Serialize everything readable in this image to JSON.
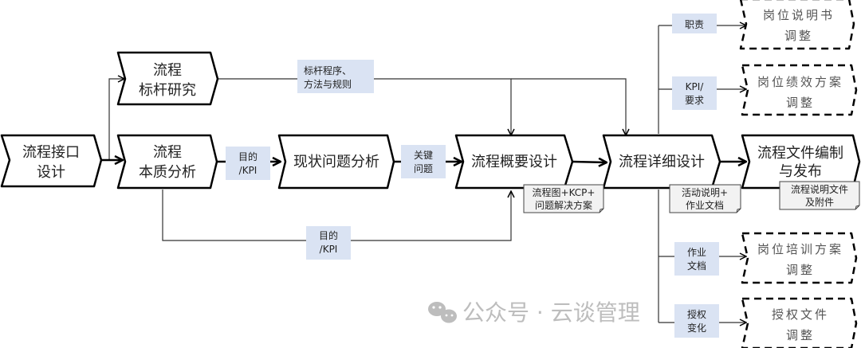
{
  "diagram": {
    "processes": [
      {
        "id": "interface",
        "lines": [
          "流程接口",
          "设计"
        ]
      },
      {
        "id": "benchmark",
        "lines": [
          "流程",
          "标杆研究"
        ]
      },
      {
        "id": "essence",
        "lines": [
          "流程",
          "本质分析"
        ]
      },
      {
        "id": "status",
        "lines": [
          "现状问题分析"
        ]
      },
      {
        "id": "overview",
        "lines": [
          "流程概要设计"
        ]
      },
      {
        "id": "detail",
        "lines": [
          "流程详细设计"
        ]
      },
      {
        "id": "publish",
        "lines": [
          "流程文件编制",
          "与发布"
        ]
      }
    ],
    "flow_labels": [
      {
        "id": "benchmark-rules",
        "lines": [
          "标杆程序、",
          "方法与规则"
        ]
      },
      {
        "id": "goal-kpi-1",
        "lines": [
          "目的",
          "/KPI"
        ]
      },
      {
        "id": "key-issues",
        "lines": [
          "关键",
          "问题"
        ]
      },
      {
        "id": "goal-kpi-2",
        "lines": [
          "目的",
          "/KPI"
        ]
      },
      {
        "id": "duty",
        "lines": [
          "职责"
        ]
      },
      {
        "id": "kpi-req",
        "lines": [
          "KPI/",
          "要求"
        ]
      },
      {
        "id": "work-docs",
        "lines": [
          "作业",
          "文档"
        ]
      },
      {
        "id": "auth-change",
        "lines": [
          "授权",
          "变化"
        ]
      }
    ],
    "documents": [
      {
        "id": "overview-output",
        "lines": [
          "流程图+KCP+",
          "问题解决方案"
        ]
      },
      {
        "id": "detail-output",
        "lines": [
          "活动说明+",
          "作业文档"
        ]
      },
      {
        "id": "publish-output",
        "lines": [
          "流程说明文件",
          "及附件"
        ]
      }
    ],
    "outcomes": [
      {
        "id": "job-desc",
        "lines": [
          "岗位说明书",
          "调整"
        ]
      },
      {
        "id": "job-perf",
        "lines": [
          "岗位绩效方案",
          "调整"
        ]
      },
      {
        "id": "job-train",
        "lines": [
          "岗位培训方案",
          "调整"
        ]
      },
      {
        "id": "auth-file",
        "lines": [
          "授权文件",
          "调整"
        ]
      }
    ],
    "watermark": "公众号 · 云谈管理"
  },
  "colors": {
    "label_bg": "#dae3f3",
    "doc_bg": "#f2f2f2",
    "stroke": "#000000",
    "watermark": "#bdbdbd"
  }
}
